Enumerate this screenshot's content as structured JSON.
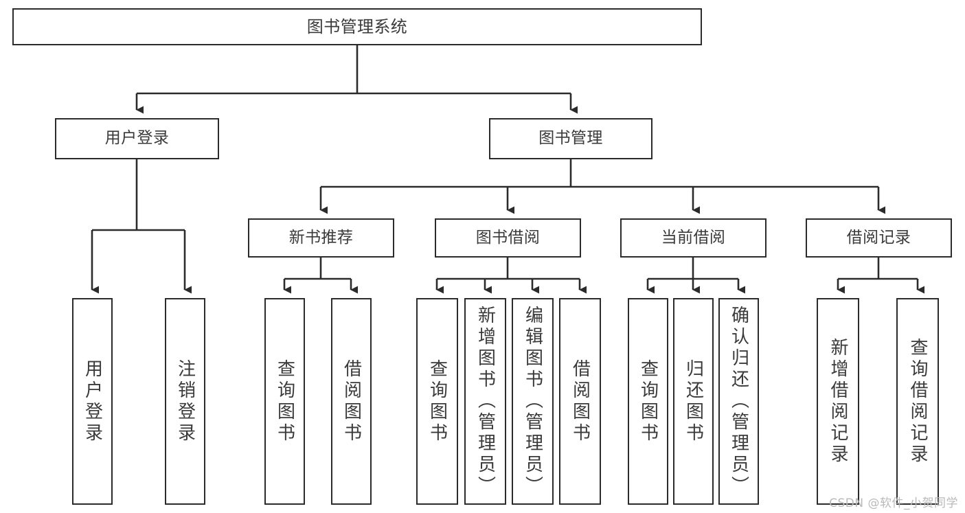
{
  "diagram": {
    "title": "图书管理系统",
    "type": "tree",
    "stroke_color": "#2b2b2b",
    "text_color": "#3a3a3a",
    "background": "#ffffff"
  },
  "nodes": {
    "root": {
      "label": "图书管理系统"
    },
    "level1": [
      {
        "label": "用户登录"
      },
      {
        "label": "图书管理"
      }
    ],
    "level2": [
      {
        "label": "新书推荐"
      },
      {
        "label": "图书借阅"
      },
      {
        "label": "当前借阅"
      },
      {
        "label": "借阅记录"
      }
    ],
    "leaves": {
      "user_login": [
        {
          "label": "用户登录"
        },
        {
          "label": "注销登录"
        }
      ],
      "new_book": [
        {
          "label": "查询图书"
        },
        {
          "label": "借阅图书"
        }
      ],
      "book_borrow": [
        {
          "label": "查询图书"
        },
        {
          "label": "新增图书（管理员）"
        },
        {
          "label": "编辑图书（管理员）"
        },
        {
          "label": "借阅图书"
        }
      ],
      "current_borrow": [
        {
          "label": "查询图书"
        },
        {
          "label": "归还图书"
        },
        {
          "label": "确认归还（管理员）"
        }
      ],
      "borrow_record": [
        {
          "label": "新增借阅记录"
        },
        {
          "label": "查询借阅记录"
        }
      ]
    }
  },
  "watermark": {
    "text": "CSDN @软件_小贺同学"
  }
}
